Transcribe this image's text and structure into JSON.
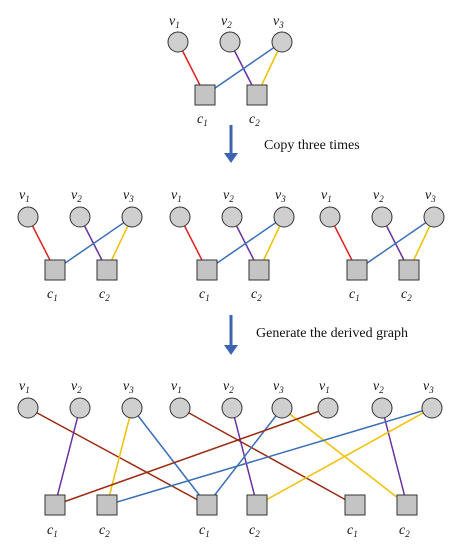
{
  "colors": {
    "red": "#e02020",
    "purple": "#6a2fa0",
    "blue": "#3a6fb8",
    "yellow": "#f0c000",
    "brown": "#9a2a10",
    "arrow": "#3d63b5"
  },
  "labels": {
    "v1": "v",
    "v1_sub": "1",
    "v2": "v",
    "v2_sub": "2",
    "v3": "v",
    "v3_sub": "3",
    "c1": "c",
    "c1_sub": "1",
    "c2": "c",
    "c2_sub": "2"
  },
  "captions": {
    "copy": "Copy three times",
    "derive": "Generate the derived graph"
  },
  "icons": {
    "down_arrow": "down-arrow-icon"
  }
}
